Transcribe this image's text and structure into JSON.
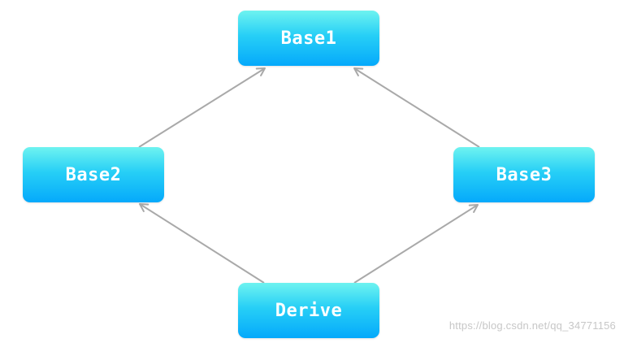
{
  "diagram": {
    "nodes": [
      {
        "id": "base1",
        "label": "Base1"
      },
      {
        "id": "base2",
        "label": "Base2"
      },
      {
        "id": "base3",
        "label": "Base3"
      },
      {
        "id": "derive",
        "label": "Derive"
      }
    ],
    "edges": [
      {
        "from": "base2",
        "to": "base1"
      },
      {
        "from": "base3",
        "to": "base1"
      },
      {
        "from": "derive",
        "to": "base2"
      },
      {
        "from": "derive",
        "to": "base3"
      }
    ],
    "colors": {
      "node_top": "#6ef3f0",
      "node_bottom": "#05a9fb",
      "text": "#ffffff",
      "edge": "#a9a9a9"
    }
  },
  "watermark": "https://blog.csdn.net/qq_34771156"
}
